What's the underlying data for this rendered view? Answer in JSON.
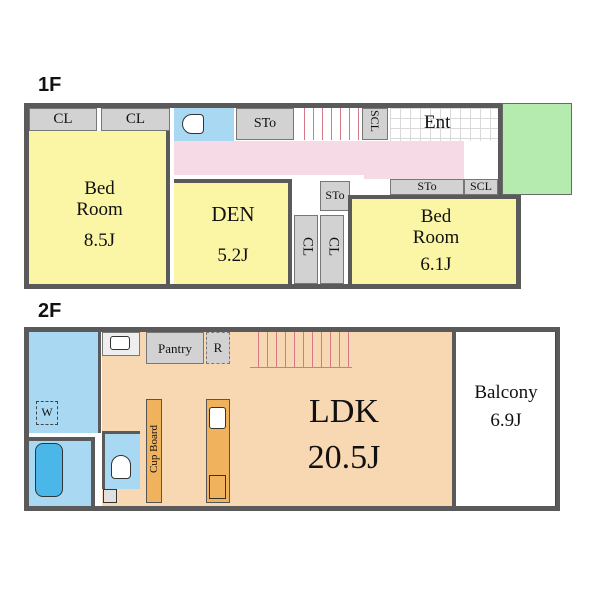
{
  "floors": {
    "first": {
      "label": "1F",
      "rooms": {
        "bed_room_1": {
          "name": "Bed\nRoom",
          "size": "8.5J"
        },
        "den": {
          "name": "DEN",
          "size": "5.2J"
        },
        "bed_room_2": {
          "name": "Bed\nRoom",
          "size": "6.1J"
        },
        "entrance": {
          "name": "Ent"
        }
      },
      "storage": {
        "cl": "CL",
        "sto": "STo",
        "scl": "SCL"
      }
    },
    "second": {
      "label": "2F",
      "rooms": {
        "ldk": {
          "name": "LDK",
          "size": "20.5J"
        },
        "balcony": {
          "name": "Balcony",
          "size": "6.9J"
        }
      },
      "fixtures": {
        "pantry": "Pantry",
        "refrigerator": "R",
        "cup_board": "Cup Board",
        "washer": "W"
      }
    }
  },
  "colors": {
    "bedroom": "#fbf5a6",
    "corridor": "#f6dbe6",
    "wet_area": "#a9d8f2",
    "ldk": "#f8d8b2",
    "porch": "#b5ebae",
    "storage": "#d2d2d2"
  }
}
